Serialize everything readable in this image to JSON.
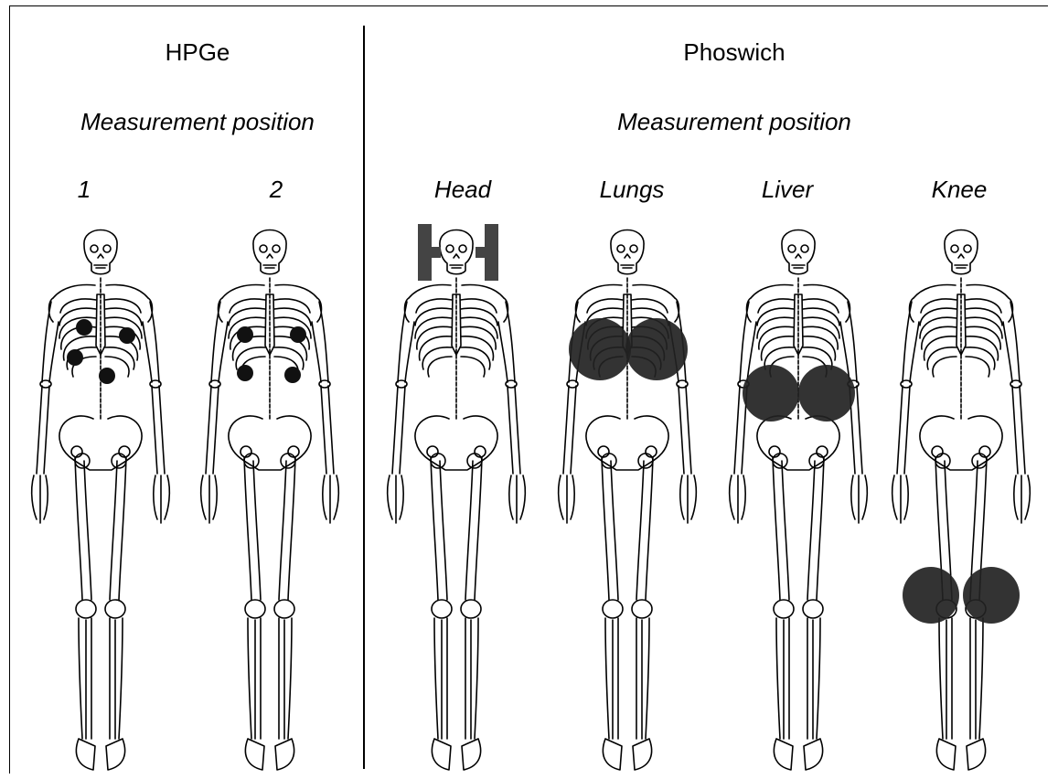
{
  "sections": {
    "hpge": {
      "title": "HPGe",
      "subtitle": "Measurement position",
      "positions": [
        "1",
        "2"
      ]
    },
    "phoswich": {
      "title": "Phoswich",
      "subtitle": "Measurement position",
      "positions": [
        "Head",
        "Lungs",
        "Liver",
        "Knee"
      ]
    }
  },
  "colors": {
    "detector": "#222222",
    "detector_bar": "#444444",
    "outline": "#000000"
  }
}
